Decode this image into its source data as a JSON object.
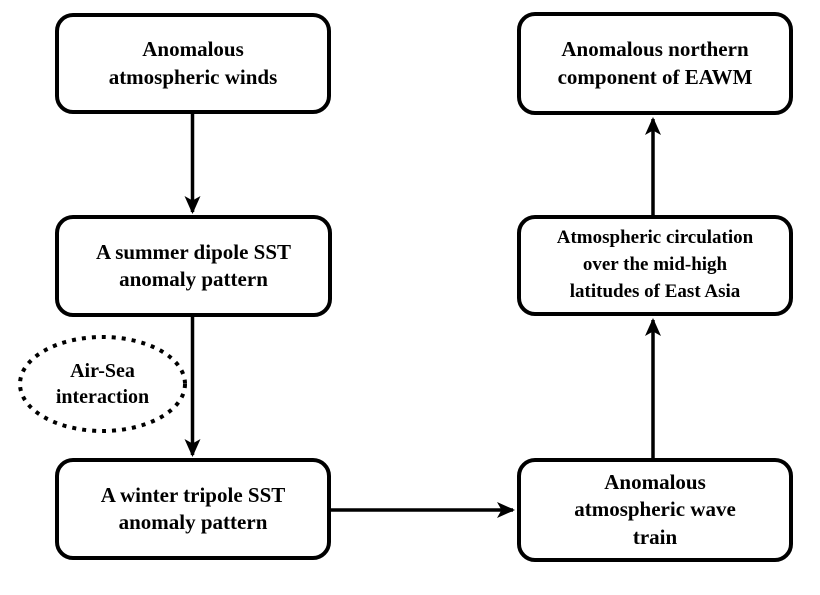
{
  "diagram": {
    "background_color": "#ffffff",
    "stroke_color": "#000000",
    "nodes": {
      "winds": {
        "lines": [
          "Anomalous",
          "atmospheric winds"
        ]
      },
      "dipole": {
        "lines": [
          "A summer dipole SST",
          "anomaly pattern"
        ]
      },
      "airsea": {
        "lines": [
          "Air-Sea",
          "interaction"
        ]
      },
      "tripole": {
        "lines": [
          "A winter tripole SST",
          "anomaly pattern"
        ]
      },
      "eawm": {
        "lines": [
          "Anomalous northern",
          "component of EAWM"
        ]
      },
      "circulation": {
        "lines": [
          "Atmospheric circulation",
          "over the mid-high",
          "latitudes of East Asia"
        ]
      },
      "wavetrain": {
        "lines": [
          "Anomalous",
          "atmospheric wave",
          "train"
        ]
      }
    },
    "edges": [
      {
        "from": "Anomalous atmospheric winds",
        "to": "A summer dipole SST anomaly pattern",
        "direction": "down"
      },
      {
        "from": "A summer dipole SST anomaly pattern",
        "to": "A winter tripole SST anomaly pattern",
        "direction": "down",
        "label": "Air-Sea interaction"
      },
      {
        "from": "A winter tripole SST anomaly pattern",
        "to": "Anomalous atmospheric wave train",
        "direction": "right"
      },
      {
        "from": "Anomalous atmospheric wave train",
        "to": "Atmospheric circulation over the mid-high latitudes of East Asia",
        "direction": "up"
      },
      {
        "from": "Atmospheric circulation over the mid-high latitudes of East Asia",
        "to": "Anomalous northern component of EAWM",
        "direction": "up"
      }
    ]
  }
}
